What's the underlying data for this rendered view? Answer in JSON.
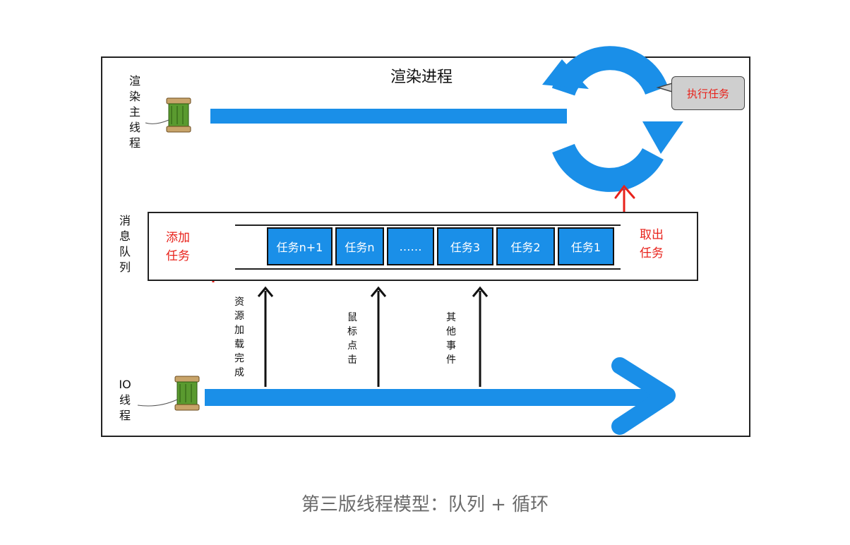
{
  "diagram": {
    "title": "渲染进程",
    "main_thread_label": [
      "渲",
      "染",
      "主",
      "线",
      "程"
    ],
    "message_queue_label": [
      "消",
      "息",
      "队",
      "列"
    ],
    "io_thread_label": [
      "IO",
      "线",
      "程"
    ],
    "add_task_label": [
      "添加",
      "任务"
    ],
    "take_task_label": [
      "取出",
      "任务"
    ],
    "execute_task_bubble": "执行任务",
    "tasks": [
      "任务n+1",
      "任务n",
      "……",
      "任务3",
      "任务2",
      "任务1"
    ],
    "events": [
      [
        "资",
        "源",
        "加",
        "载",
        "完",
        "成"
      ],
      [
        "鼠",
        "标",
        "点",
        "击"
      ],
      [
        "其",
        "他",
        "事",
        "件"
      ]
    ],
    "colors": {
      "accent_blue": "#1a8fe8",
      "arrow_red": "#e8221b",
      "bubble_gray": "#cfcfcf"
    },
    "icons": {
      "thread": "spool-of-thread-icon",
      "loop": "circular-loop-icon"
    }
  },
  "caption": "第三版线程模型：队列 + 循环"
}
